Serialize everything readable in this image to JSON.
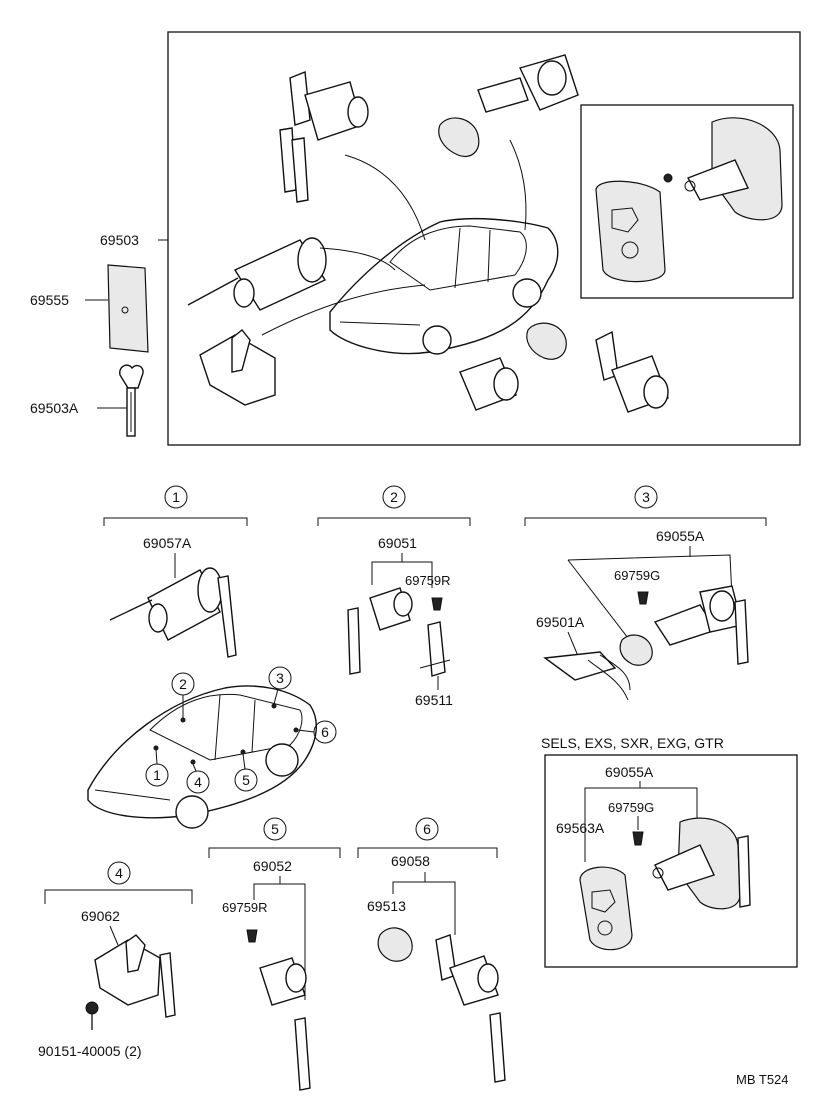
{
  "overview": {
    "set_label": "69503",
    "plate_label": "69555",
    "key_label": "69503A"
  },
  "groups": [
    {
      "num": "1",
      "parts": [
        "69057A"
      ]
    },
    {
      "num": "2",
      "parts": [
        "69051",
        "69759R",
        "69511"
      ]
    },
    {
      "num": "3",
      "parts": [
        "69055A",
        "69759G",
        "69501A"
      ]
    },
    {
      "num": "4",
      "parts": [
        "69062",
        "90151-40005 (2)"
      ]
    },
    {
      "num": "5",
      "parts": [
        "69052",
        "69759R"
      ]
    },
    {
      "num": "6",
      "parts": [
        "69058",
        "69513"
      ]
    }
  ],
  "variant": {
    "title": "SELS, EXS, SXR, EXG, GTR",
    "parts": [
      "69055A",
      "69759G",
      "69563A"
    ]
  },
  "car_callouts": [
    "1",
    "2",
    "3",
    "4",
    "5",
    "6"
  ],
  "footer_code": "MB T524"
}
